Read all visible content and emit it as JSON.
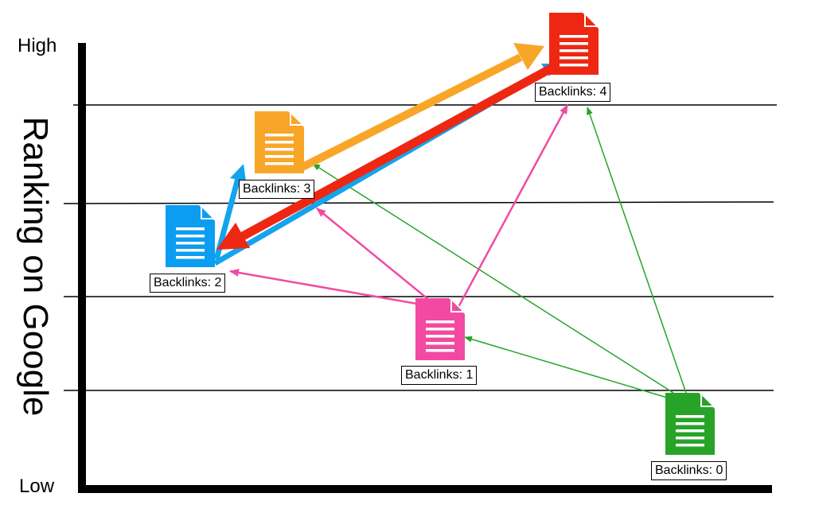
{
  "axis": {
    "high_label": "High",
    "low_label": "Low",
    "y_title": "Ranking on Google"
  },
  "pages": [
    {
      "id": "red",
      "color": "#ee2712",
      "label": "Backlinks: 4"
    },
    {
      "id": "orange",
      "color": "#f8a628",
      "label": "Backlinks: 3"
    },
    {
      "id": "blue",
      "color": "#0b9df0",
      "label": "Backlinks: 2"
    },
    {
      "id": "pink",
      "color": "#f24aa2",
      "label": "Backlinks: 1"
    },
    {
      "id": "green",
      "color": "#27a428",
      "label": "Backlinks: 0"
    }
  ],
  "arrow_colors": {
    "orange": "#f8a628",
    "blue": "#14a4ee",
    "red": "#ee2712",
    "pink": "#f24aa2",
    "green": "#27a428"
  }
}
